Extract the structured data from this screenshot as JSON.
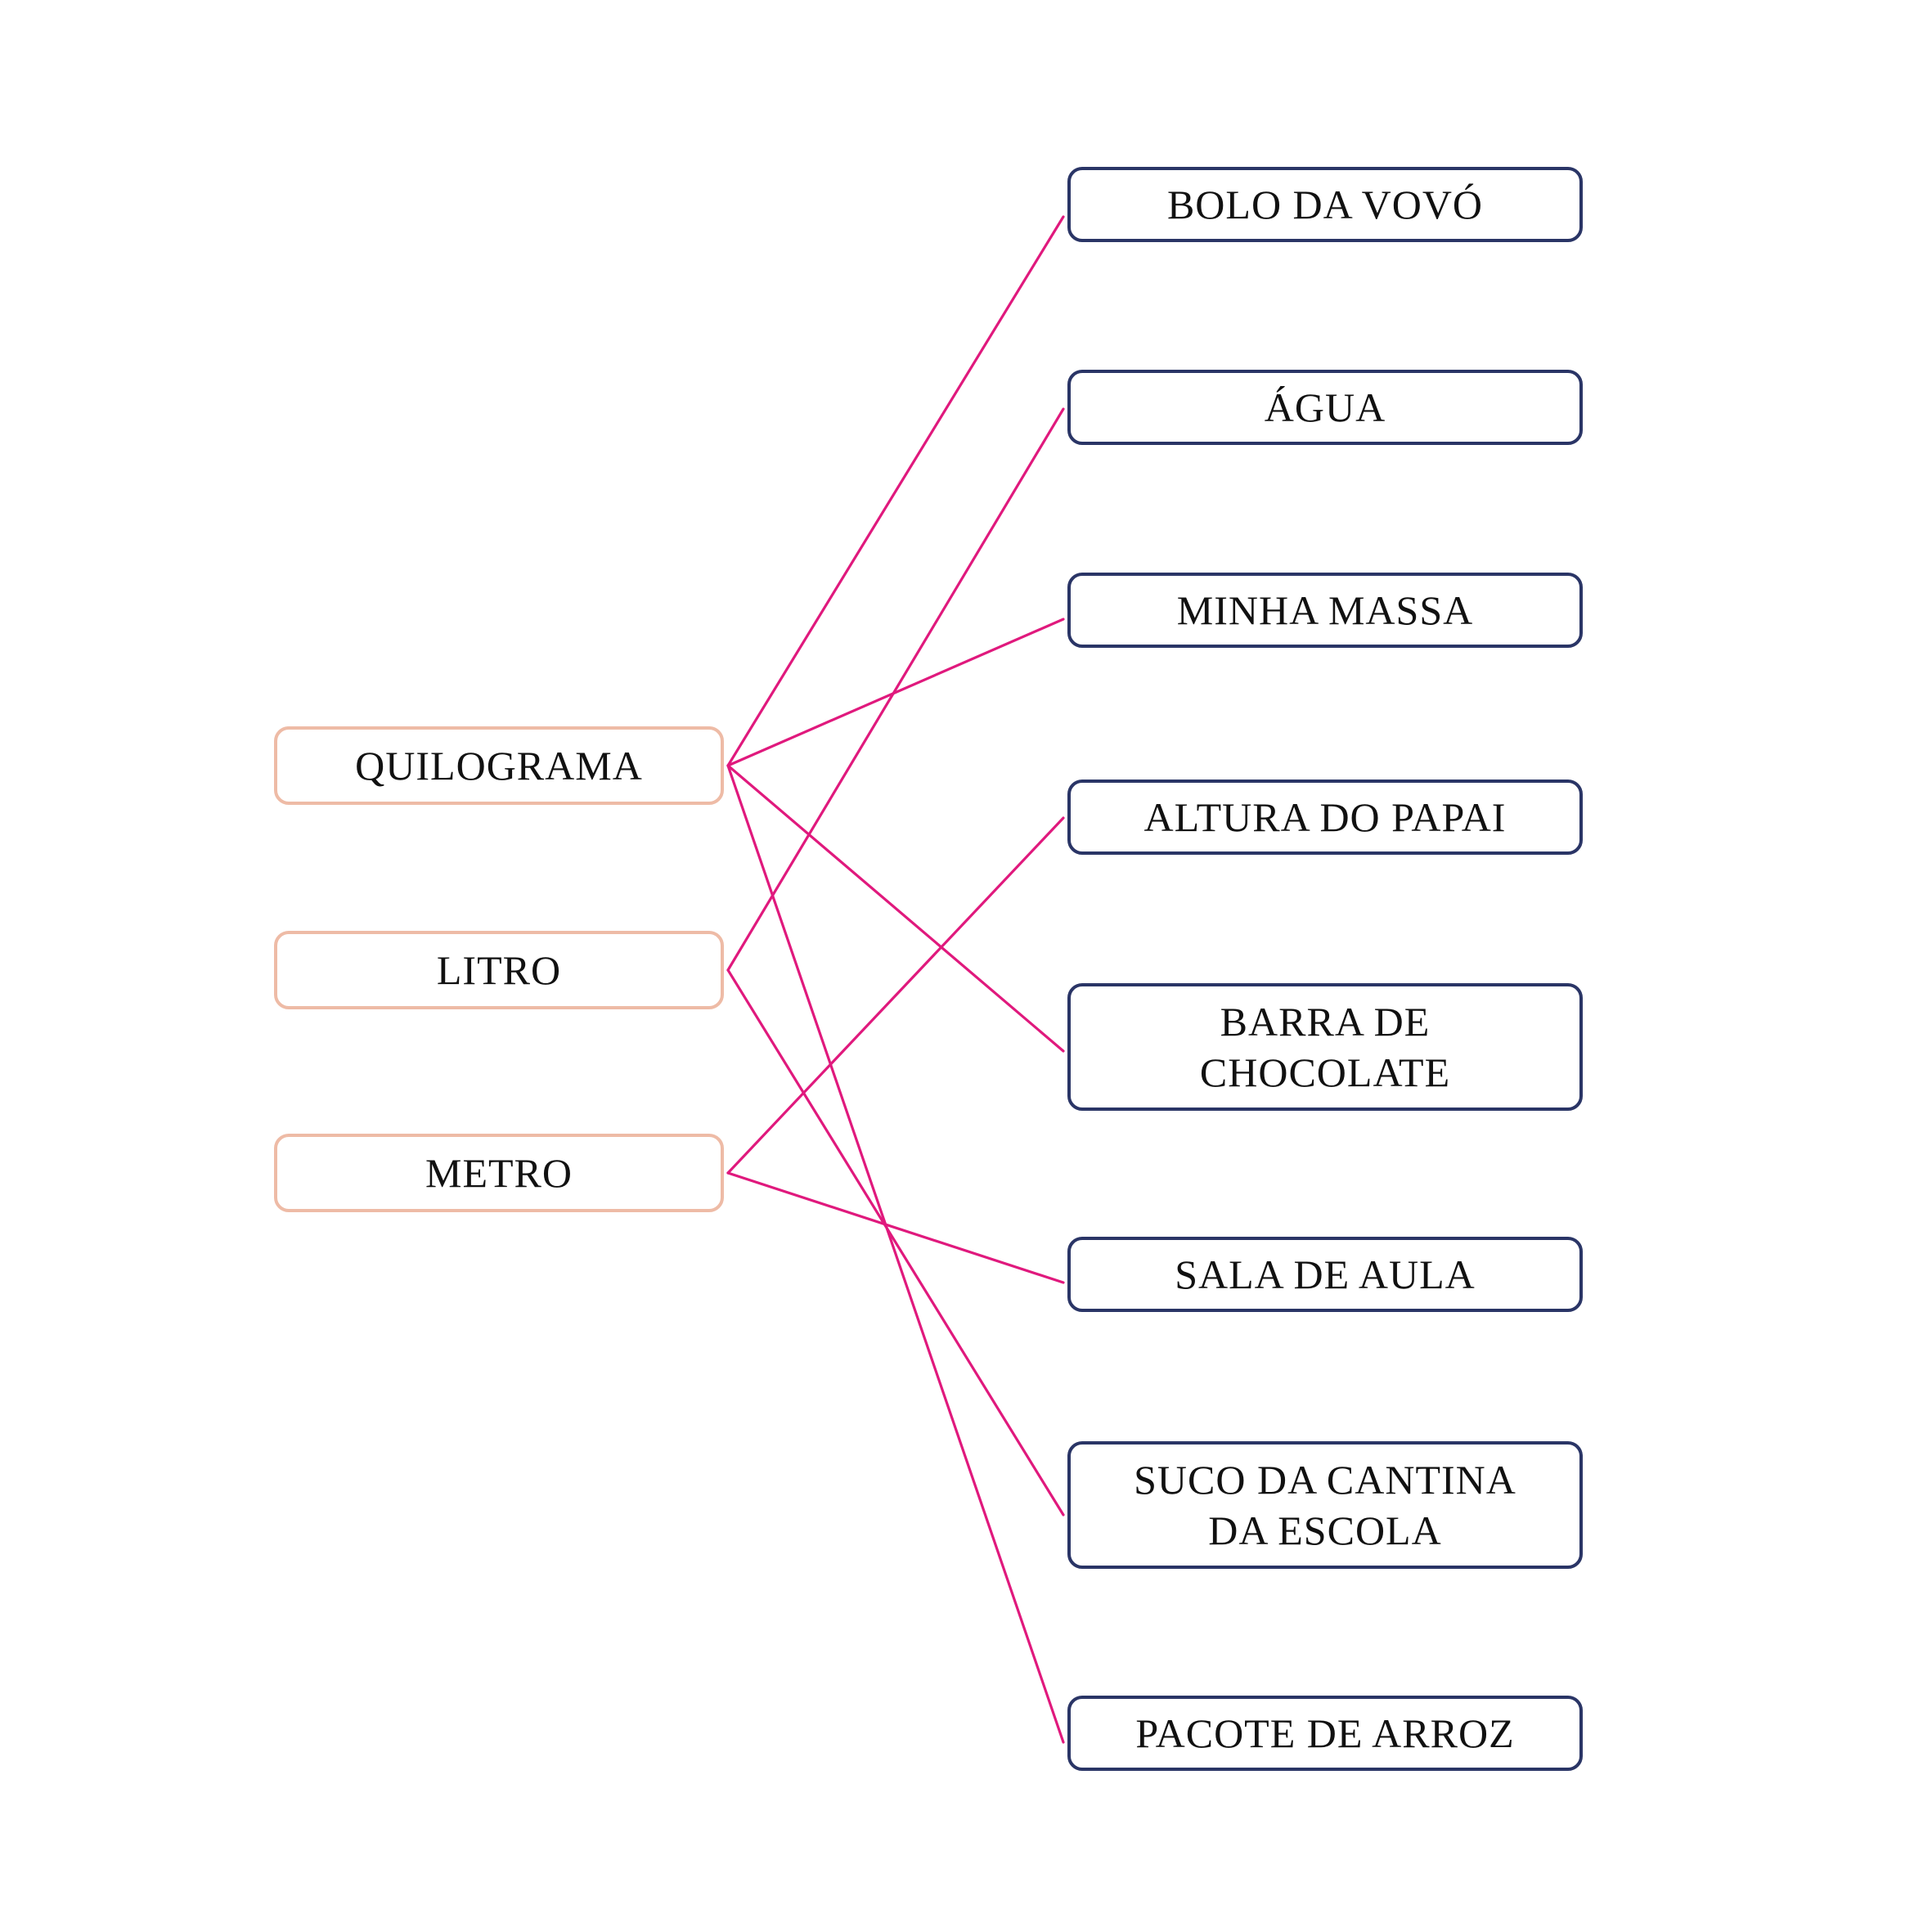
{
  "units": [
    {
      "id": "quilograma",
      "label": "QUILOGRAMA"
    },
    {
      "id": "litro",
      "label": "LITRO"
    },
    {
      "id": "metro",
      "label": "METRO"
    }
  ],
  "items": [
    {
      "id": "bolo",
      "label": "BOLO DA VOVÓ"
    },
    {
      "id": "agua",
      "label": "ÁGUA"
    },
    {
      "id": "massa",
      "label": "MINHA MASSA"
    },
    {
      "id": "altura",
      "label": "ALTURA DO PAPAI"
    },
    {
      "id": "chocolate",
      "label": "BARRA DE\nCHOCOLATE"
    },
    {
      "id": "sala",
      "label": "SALA DE AULA"
    },
    {
      "id": "suco",
      "label": "SUCO DA CANTINA\nDA ESCOLA"
    },
    {
      "id": "arroz",
      "label": "PACOTE DE ARROZ"
    }
  ],
  "connections": [
    {
      "from": "quilograma",
      "to": "bolo"
    },
    {
      "from": "quilograma",
      "to": "massa"
    },
    {
      "from": "quilograma",
      "to": "chocolate"
    },
    {
      "from": "quilograma",
      "to": "arroz"
    },
    {
      "from": "litro",
      "to": "agua"
    },
    {
      "from": "litro",
      "to": "suco"
    },
    {
      "from": "metro",
      "to": "altura"
    },
    {
      "from": "metro",
      "to": "sala"
    }
  ],
  "colors": {
    "line": "#e0197d",
    "unit_border": "#eebba6",
    "item_border": "#2a3566"
  }
}
